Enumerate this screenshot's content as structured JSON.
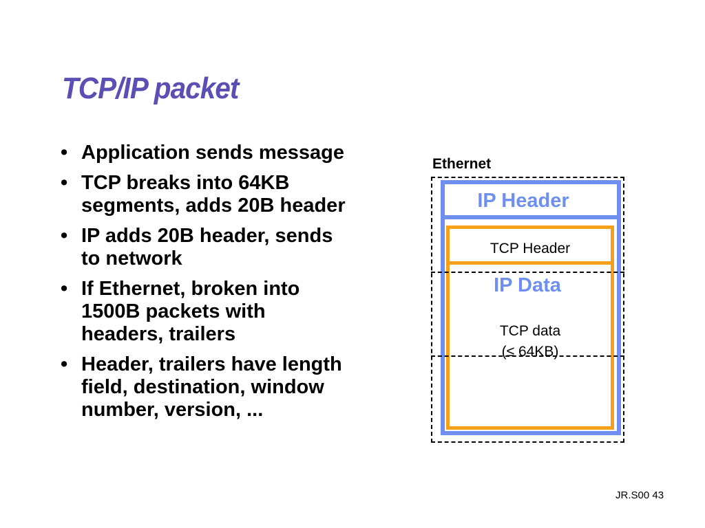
{
  "slide": {
    "title": "TCP/IP packet",
    "bullets": [
      "Application sends message",
      "TCP breaks into 64KB\nsegments, adds 20B header",
      "IP adds 20B header, sends\nto network",
      "If Ethernet, broken into\n1500B packets with\nheaders, trailers",
      "Header, trailers have length\nfield, destination, window\nnumber, version, ..."
    ],
    "footer": "JR.S00 43"
  },
  "diagram": {
    "ethernet_label": "Ethernet",
    "ip_header": "IP Header",
    "tcp_header": "TCP Header",
    "ip_data": "IP Data",
    "tcp_data": "TCP data\n(≤ 64KB)"
  },
  "colors": {
    "title": "#5b4fb4",
    "ip_blue": "#6f8ff0",
    "tcp_orange": "#f7a11a",
    "text": "#000000"
  }
}
